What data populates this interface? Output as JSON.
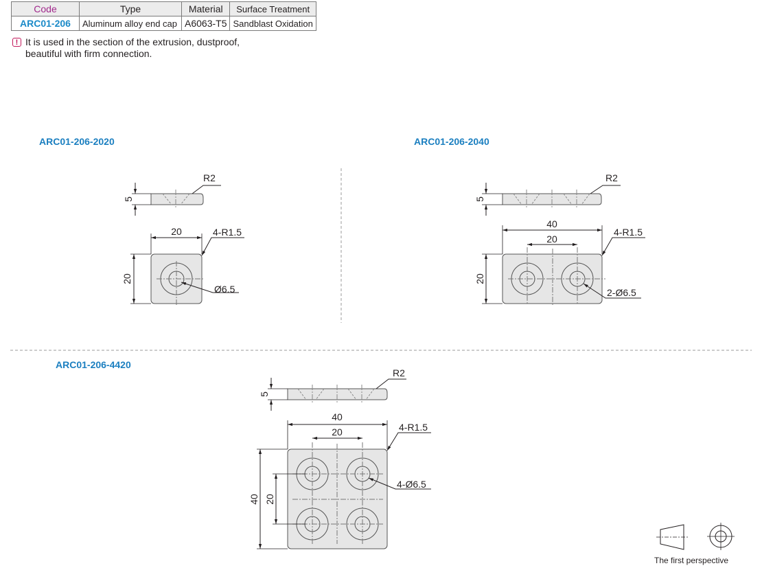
{
  "table": {
    "headers": {
      "code": "Code",
      "type": "Type",
      "material": "Material",
      "surface": "Surface Treatment"
    },
    "row": {
      "code": "ARC01-206",
      "type": "Aluminum alloy end cap",
      "material": "A6063-T5",
      "surface": "Sandblast Oxidation"
    }
  },
  "note": {
    "icon": "warning-icon",
    "line1": "It is used in the section of the extrusion, dustproof,",
    "line2": "beautiful with firm connection."
  },
  "parts": [
    {
      "code": "ARC01-206-2020",
      "dims": {
        "thickness": "5",
        "radius": "R2",
        "width": "20",
        "height": "20",
        "corner": "4-R1.5",
        "hole": "Ø6.5"
      }
    },
    {
      "code": "ARC01-206-2040",
      "dims": {
        "thickness": "5",
        "radius": "R2",
        "width": "40",
        "pitch": "20",
        "height": "20",
        "corner": "4-R1.5",
        "hole": "2-Ø6.5"
      }
    },
    {
      "code": "ARC01-206-4420",
      "dims": {
        "thickness": "5",
        "radius": "R2",
        "width": "40",
        "pitch": "20",
        "height": "40",
        "pitch_v": "20",
        "corner": "4-R1.5",
        "hole": "4-Ø6.5"
      }
    }
  ],
  "projection": {
    "label": "The first perspective",
    "icon": "first-angle-projection-icon"
  },
  "colors": {
    "code_header": "#a0288c",
    "code_value": "#1b8ac8",
    "titles": "#1b7fc0",
    "part_fill": "#e6e6e6",
    "warning": "#c2185b"
  }
}
